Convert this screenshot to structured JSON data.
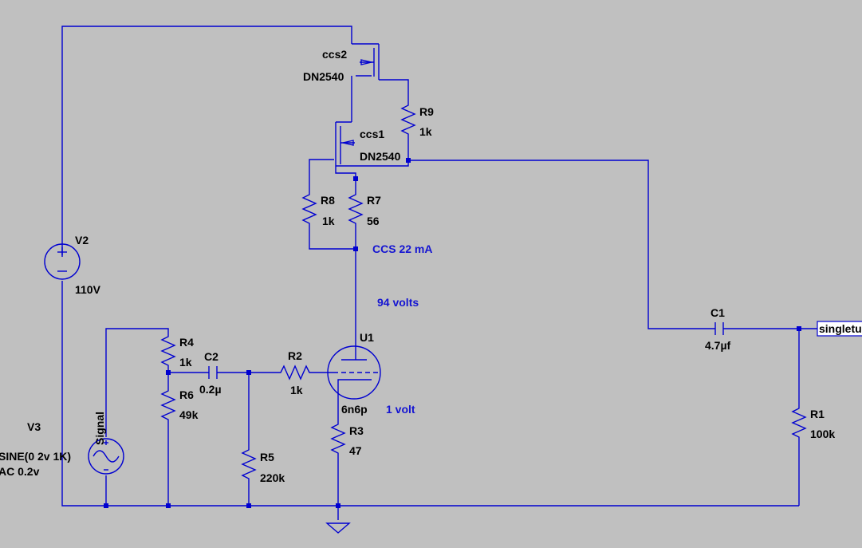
{
  "components": {
    "ccs2": {
      "name": "ccs2",
      "model": "DN2540"
    },
    "ccs1": {
      "name": "ccs1",
      "model": "DN2540"
    },
    "r9": {
      "name": "R9",
      "value": "1k"
    },
    "r8": {
      "name": "R8",
      "value": "1k"
    },
    "r7": {
      "name": "R7",
      "value": "56"
    },
    "v2": {
      "name": "V2",
      "value": "110V"
    },
    "v3": {
      "name": "V3",
      "line1": "SINE(0 2v 1K)",
      "line2": "AC 0.2v"
    },
    "signal": {
      "name": "Signal"
    },
    "r4": {
      "name": "R4",
      "value": "1k"
    },
    "r6": {
      "name": "R6",
      "value": "49k"
    },
    "c2": {
      "name": "C2",
      "value": "0.2µ"
    },
    "r5": {
      "name": "R5",
      "value": "220k"
    },
    "r2": {
      "name": "R2",
      "value": "1k"
    },
    "u1": {
      "name": "U1",
      "model": "6n6p"
    },
    "r3": {
      "name": "R3",
      "value": "47"
    },
    "c1": {
      "name": "C1",
      "value": "4.7µf"
    },
    "r1": {
      "name": "R1",
      "value": "100k"
    }
  },
  "annotations": {
    "ccs_current": "CCS 22 mA",
    "plate_voltage": "94 volts",
    "cathode_voltage": "1 volt"
  },
  "output_label": "singletu",
  "colors": {
    "background": "#c0c0c0",
    "wire": "#0000d0",
    "annotation": "#1414d2",
    "label": "#000000"
  }
}
